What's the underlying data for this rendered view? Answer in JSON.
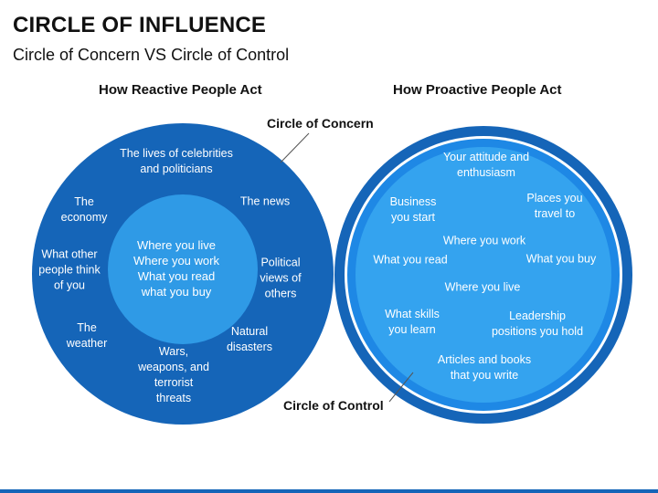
{
  "title": "CIRCLE OF INFLUENCE",
  "subtitle": "Circle of Concern VS Circle of Control",
  "left": {
    "heading": "How Reactive People Act",
    "callout": "Circle of Concern",
    "outer_labels": [
      "The lives of celebrities\nand politicians",
      "The news",
      "Political\nviews of\nothers",
      "Natural\ndisasters",
      "Wars,\nweapons, and\nterrorist\nthreats",
      "The\nweather",
      "What other\npeople think\nof you",
      "The\neconomy"
    ],
    "inner_label": "Where you live\nWhere you work\nWhat you read\nwhat you buy"
  },
  "right": {
    "heading": "How Proactive People Act",
    "callout": "Circle of Control",
    "labels": [
      "Your attitude and\nenthusiasm",
      "Business\nyou start",
      "Places you\ntravel to",
      "Where you work",
      "What you read",
      "What you buy",
      "Where you live",
      "What skills\nyou learn",
      "Leadership\npositions you hold",
      "Articles and books\nthat you write"
    ]
  },
  "colors": {
    "outer_blue": "#1565b8",
    "inner_light": "#2f9ae6",
    "ring_light": "#1e88e5",
    "right_fill": "#34a3ef",
    "text_dark": "#111111"
  }
}
